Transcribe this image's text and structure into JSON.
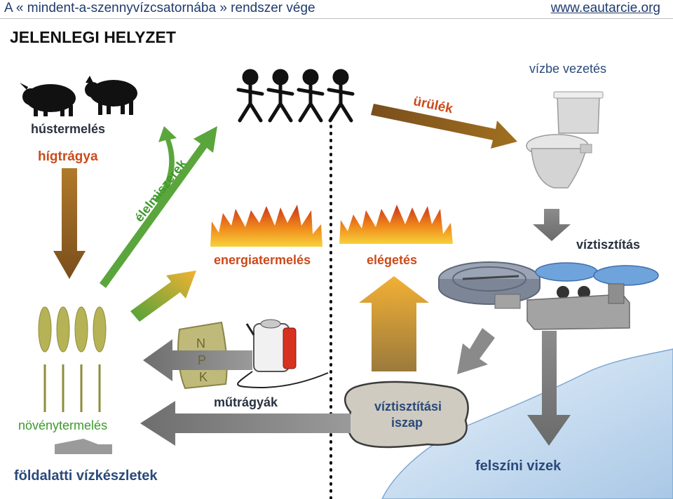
{
  "header": {
    "title": "A « mindent-a-szennyvízcsatornába » rendszer vége",
    "url": "www.eautarcie.org"
  },
  "section_title": "JELENLEGI HELYZET",
  "labels": {
    "meat_production": "hústermelés",
    "slurry": "hígtrágya",
    "food": "élelmiszerek",
    "excrement": "ürülék",
    "discharge_to_water": "vízbe vezetés",
    "energy_production": "energiatermelés",
    "incineration": "elégetés",
    "water_treatment": "víztisztítás",
    "fertilizers": "műtrágyák",
    "npk": [
      "N",
      "P",
      "K"
    ],
    "sludge": [
      "víztisztítási",
      "iszap"
    ],
    "crop_production": "növénytermelés",
    "groundwater": "földalatti vízkészletek",
    "surface_water": "felszíni vizek"
  },
  "colors": {
    "brown_arrow": "#8a5a1e",
    "green_arrow": "#5aa63c",
    "orange_label": "#cc4a1a",
    "green_label": "#3e9a2c",
    "gray_arrow": "#7f7f7f",
    "header_text": "#1f3b6e",
    "water": "#cfe2f3",
    "sludge": "#cfcbc1"
  }
}
